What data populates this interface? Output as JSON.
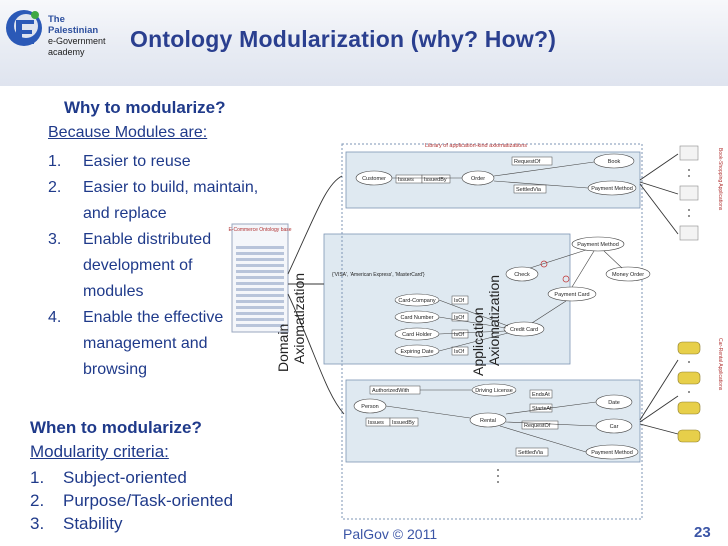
{
  "slide": {
    "title": "Ontology Modularization (why? How?)",
    "logo": {
      "line1": "The Palestinian",
      "line2": "e-Government",
      "line3": "academy"
    },
    "why": {
      "heading": "Why to modularize?",
      "intro": "Because Modules are:",
      "items": [
        {
          "num": "1.",
          "text": "Easier to reuse"
        },
        {
          "num": "2.",
          "text": "Easier to build, maintain, and replace"
        },
        {
          "num": "3.",
          "text": "Enable distributed development of modules"
        },
        {
          "num": "4.",
          "text": "Enable the effective management and browsing"
        }
      ]
    },
    "when": {
      "heading": "When to modularize?",
      "criteria": "Modularity criteria:",
      "items": [
        {
          "num": "1.",
          "text": "Subject-oriented"
        },
        {
          "num": "2.",
          "text": "Purpose/Task-oriented"
        },
        {
          "num": "3.",
          "text": "Stability"
        }
      ]
    },
    "footer": "PalGov © 2011",
    "page_number": "23"
  },
  "diagram": {
    "library_title": "Library of application-kind axiomatizations",
    "ecommerce_label": "E-Commerce Ontology base",
    "domain_label_1": "Domain",
    "domain_label_2": "Axiomatization",
    "app_label_1": "Application",
    "app_label_2": "Axiomatization",
    "book_shopping_label": "Book-Shopping Applications",
    "car_rental_label": "Car-Rental Applications",
    "top_nodes": [
      "Customer",
      "Order",
      "Book",
      "Payment Method",
      "RequestOf",
      "Issues",
      "IssuedBy",
      "SettledVia"
    ],
    "middle_nodes": [
      "Payment Method",
      "Check",
      "Money Order",
      "Payment Card",
      "Credit Card",
      "Card-Company",
      "Card Number",
      "Card Holder",
      "Expiring Date",
      "IsOf",
      "IsOf",
      "IsOf",
      "IsOf"
    ],
    "middle_values": "{'VISA', 'American Express', 'MasterCard'}",
    "bottom_nodes": [
      "Person",
      "Rental",
      "Date",
      "Car",
      "Payment Method",
      "Driving License",
      "AuthorizedWith",
      "EndsAt",
      "StartsAt",
      "RequestOf",
      "SettledVia",
      "Issues",
      "IssuedBy"
    ]
  },
  "colors": {
    "title": "#2a3f8f",
    "body_text": "#1f3a8a",
    "header_bg": "#e7ebf3",
    "diagram_panel": "#dfe9f1"
  }
}
